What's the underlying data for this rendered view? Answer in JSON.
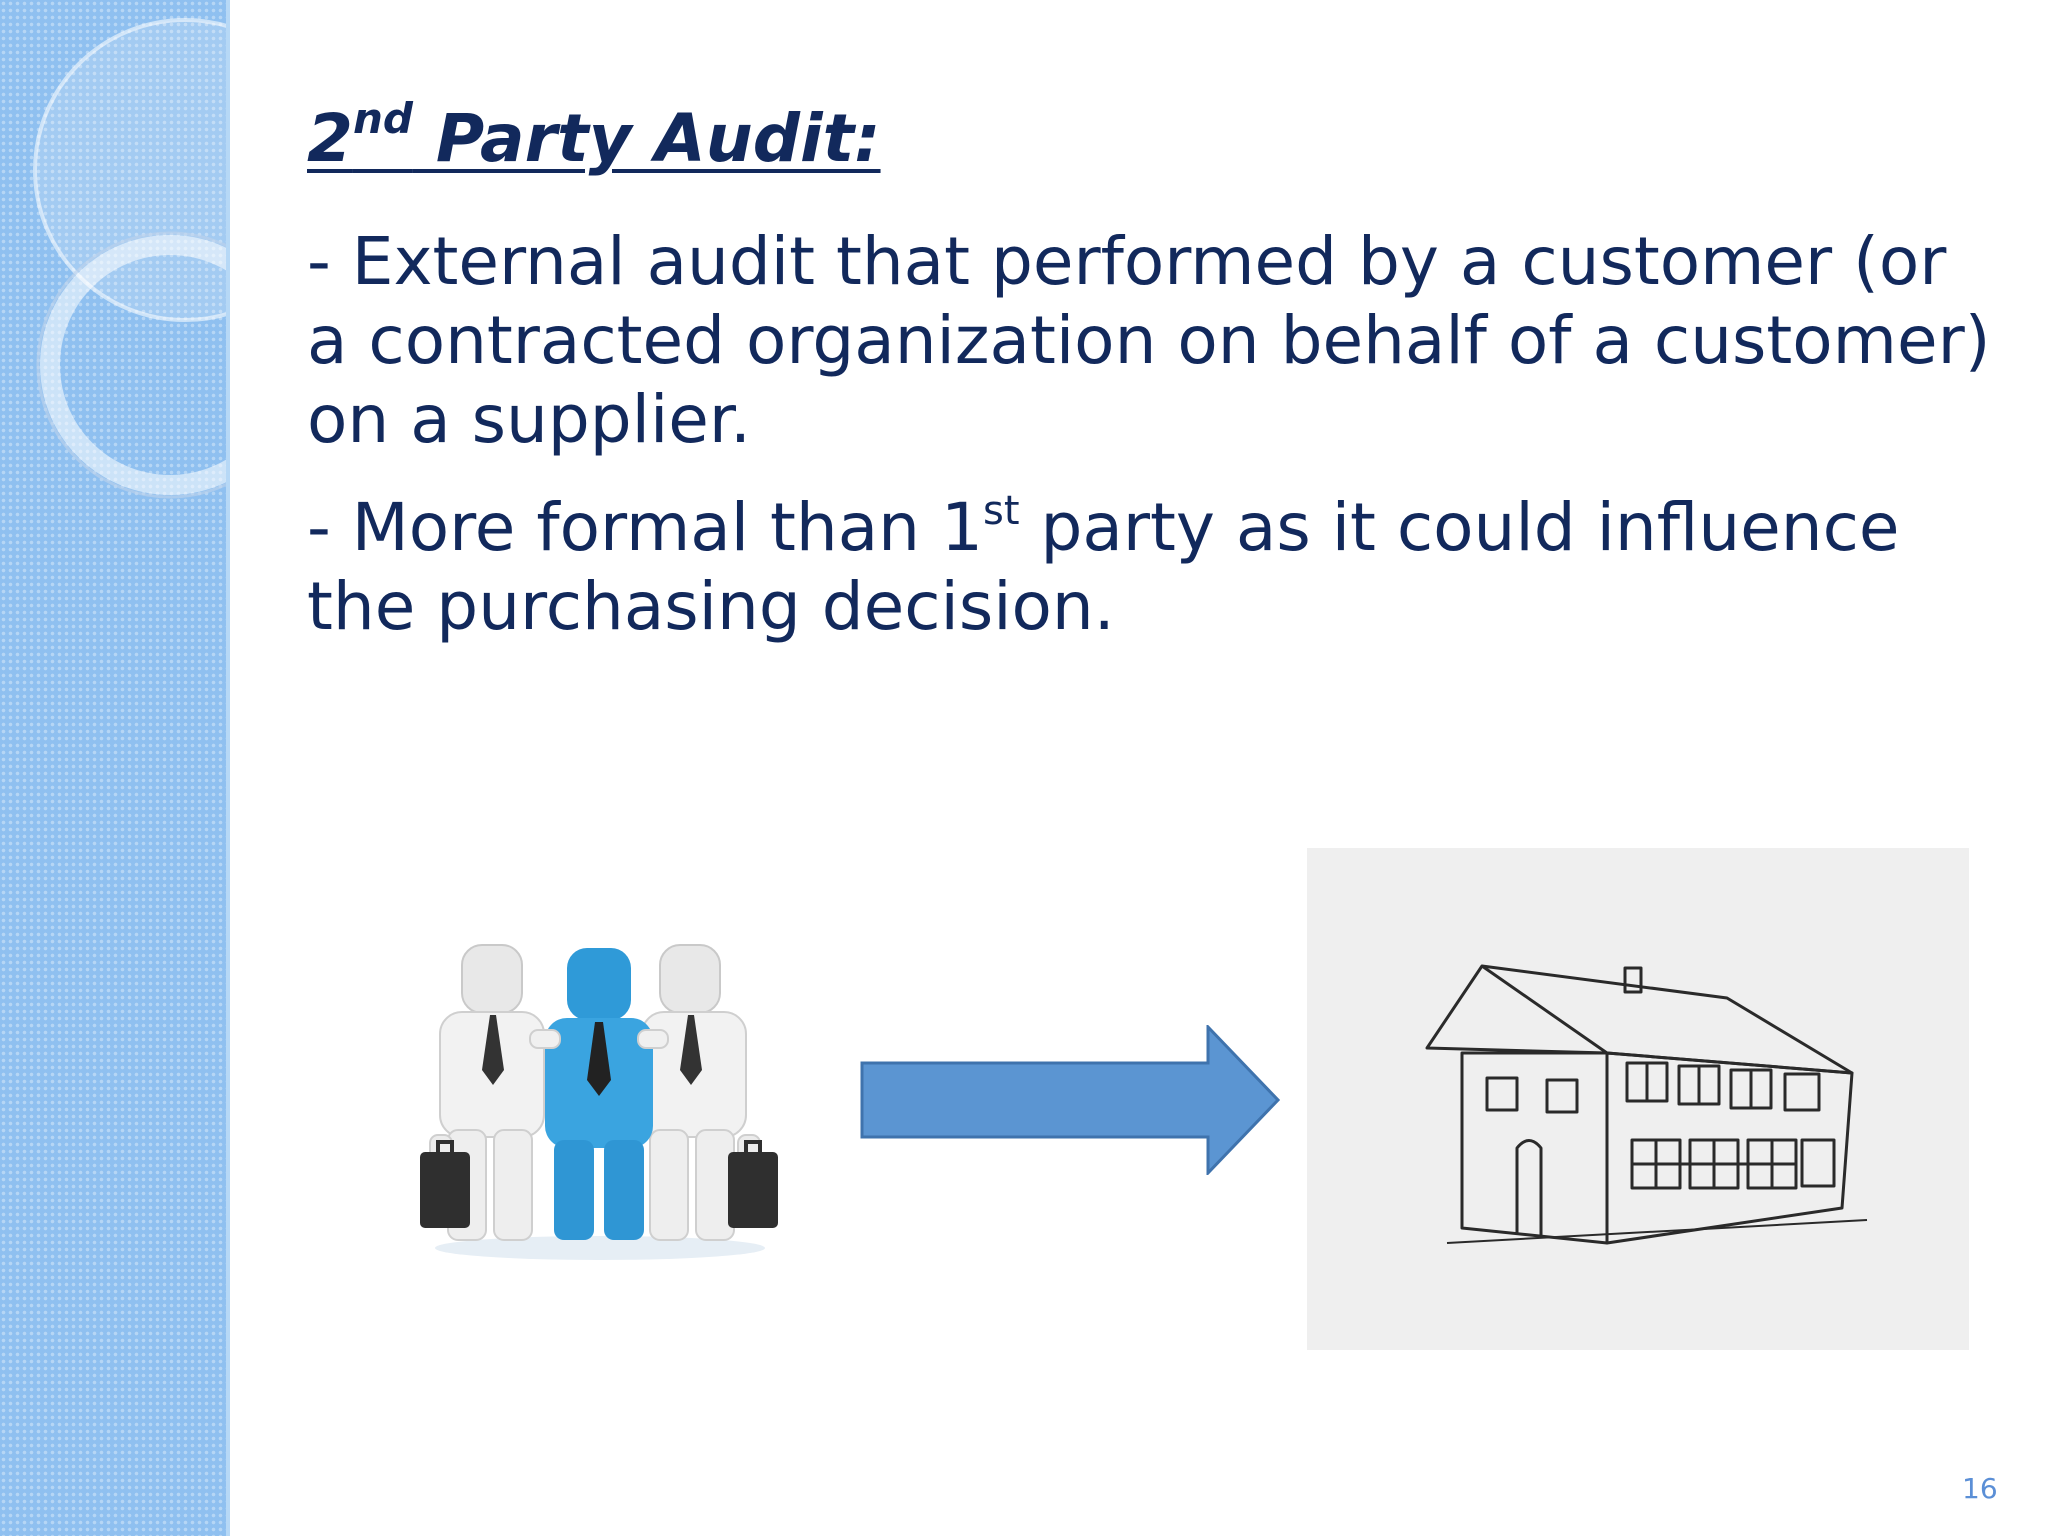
{
  "slide": {
    "heading": {
      "num": "2",
      "sup": "nd",
      "rest": " Party Audit:"
    },
    "bullet1": "- External audit that performed by a customer (or a contracted organization on behalf of a customer) on a supplier.",
    "bullet2": {
      "before": "- More formal than 1",
      "sup": "st",
      "after": " party as it could influence the purchasing decision."
    },
    "page_number": "16"
  },
  "colors": {
    "text": "#12295c",
    "sidebar": "#8fc0f0",
    "arrow_fill": "#5b95d2",
    "page_number": "#5b8fd6"
  },
  "images": {
    "people": "three-business-figures-illustration",
    "arrow": "right-arrow-shape",
    "house": "house-pencil-sketch"
  }
}
